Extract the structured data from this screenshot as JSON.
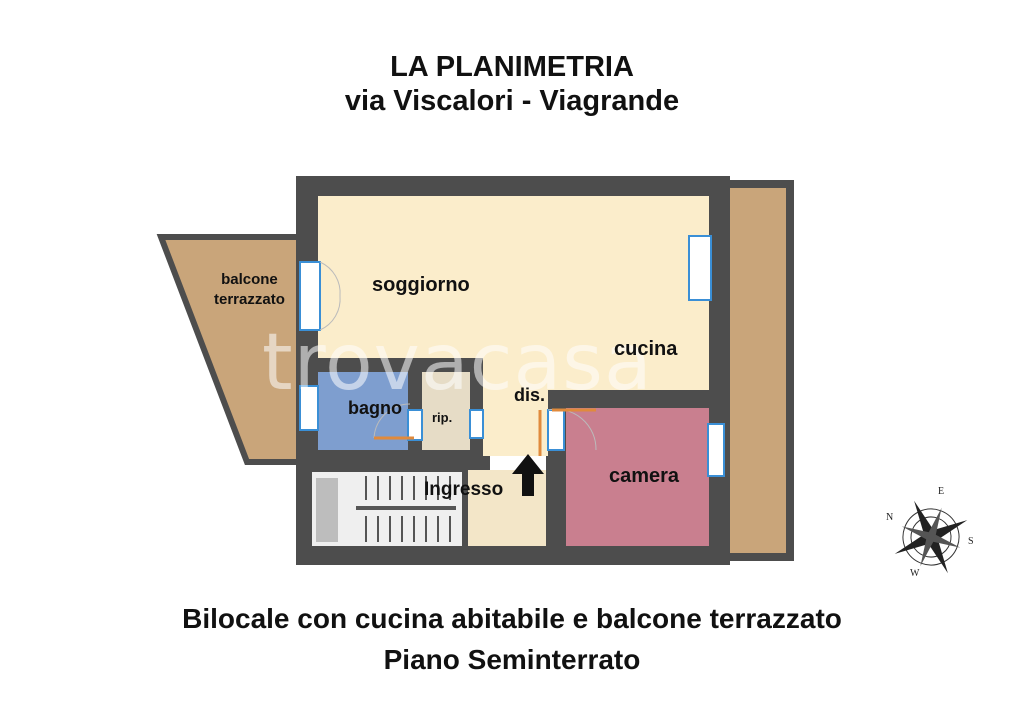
{
  "header": {
    "title": "LA PLANIMETRIA",
    "subtitle": "via Viscalori - Viagrande"
  },
  "rooms": {
    "balcony_left": "balcone\nterrazzato",
    "living": "soggiorno",
    "kitchen": "cucina",
    "bathroom": "bagno",
    "storage": "rip.",
    "hall": "dis.",
    "bedroom": "camera",
    "entrance": "Ingresso"
  },
  "watermark": "trovacasa",
  "compass": {
    "n": "N",
    "e": "E",
    "s": "S",
    "w": "W"
  },
  "footer": {
    "line1": "Bilocale con cucina abitabile e balcone terrazzato",
    "line2": "Piano Seminterrato"
  },
  "colors": {
    "wall": "#4d4d4d",
    "living": "#fbedcb",
    "balcony": "#c9a57a",
    "bathroom": "#7e9ecf",
    "storage": "#e6dcc6",
    "bedroom": "#c97f8f",
    "door_accent": "#e08a3c",
    "window": "#3a8fd6"
  }
}
